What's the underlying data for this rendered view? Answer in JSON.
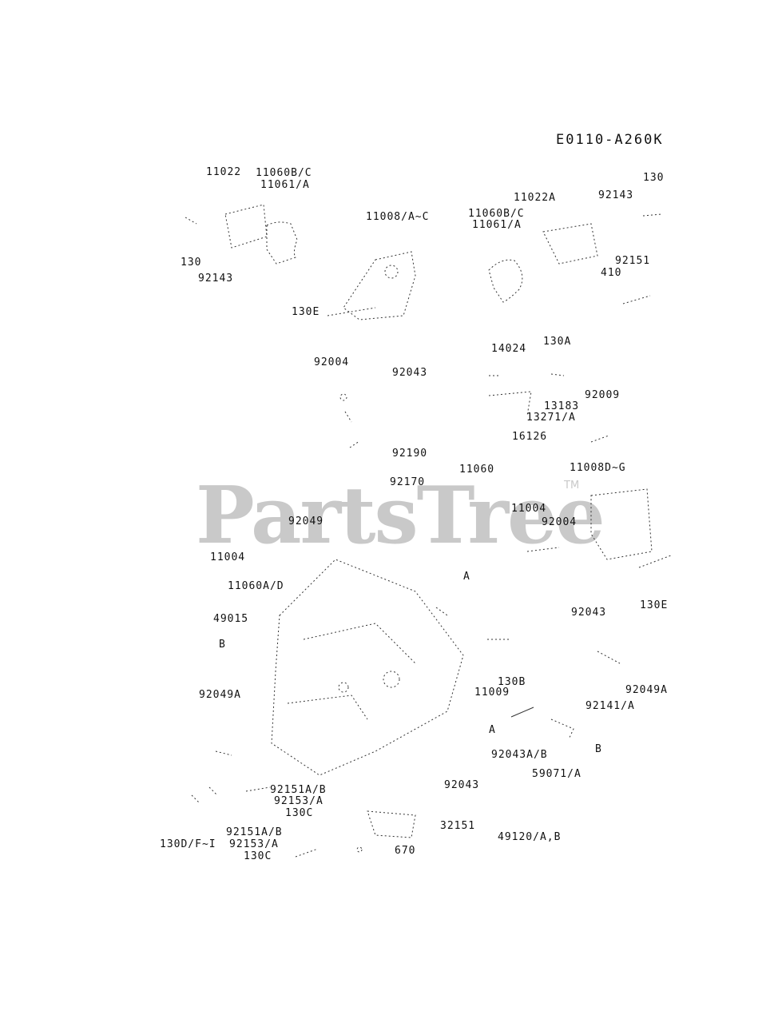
{
  "diagram": {
    "code": "E0110-A260K",
    "watermark": "PartsTree",
    "trademark": "TM",
    "labels": [
      "11022",
      "11060B/C",
      "11061/A",
      "130",
      "130",
      "92143",
      "11008/A~C",
      "11060B/C",
      "11061/A",
      "11022A",
      "92143",
      "130E",
      "92151",
      "410",
      "14024",
      "130A",
      "92004",
      "92043",
      "13183",
      "92009",
      "13271/A",
      "16126",
      "92190",
      "11060",
      "11008D~G",
      "92170",
      "11004",
      "92049",
      "92004",
      "11004",
      "11060A/D",
      "A",
      "49015",
      "92043",
      "130E",
      "B",
      "130B",
      "11009",
      "92049A",
      "92049A",
      "92141/A",
      "A",
      "92043A/B",
      "B",
      "59071/A",
      "92043",
      "92151A/B",
      "92153/A",
      "130C",
      "32151",
      "92151A/B",
      "49120/A,B",
      "130D/F~I",
      "92153/A",
      "130C",
      "670"
    ]
  }
}
